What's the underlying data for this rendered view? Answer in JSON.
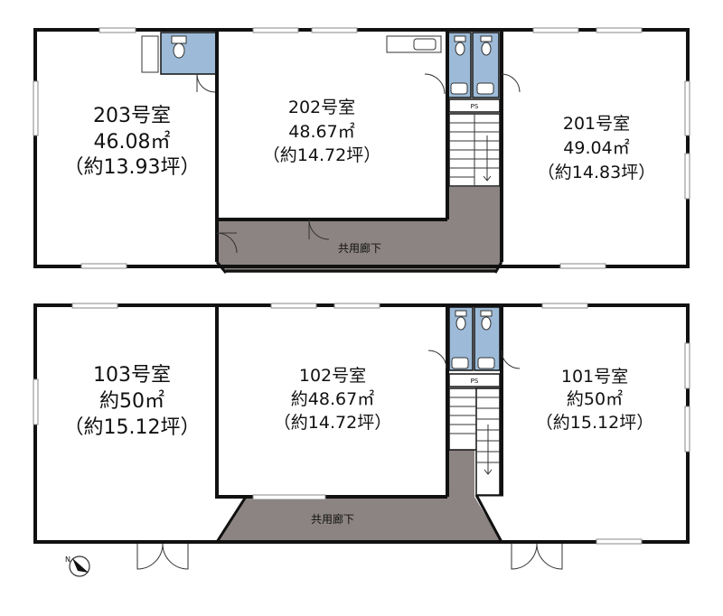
{
  "floor2": {
    "room203": {
      "name": "203号室",
      "area": "46.08㎡",
      "tsubo": "（約13.93坪）"
    },
    "room202": {
      "name": "202号室",
      "area": "48.67㎡",
      "tsubo": "（約14.72坪）"
    },
    "room201": {
      "name": "201号室",
      "area": "49.04㎡",
      "tsubo": "（約14.83坪）"
    },
    "corridor": "共用廊下",
    "ps": "PS"
  },
  "floor1": {
    "room103": {
      "name": "103号室",
      "area": "約50㎡",
      "tsubo": "（約15.12坪）"
    },
    "room102": {
      "name": "102号室",
      "area": "約48.67㎡",
      "tsubo": "（約14.72坪）"
    },
    "room101": {
      "name": "101号室",
      "area": "約50㎡",
      "tsubo": "（約15.12坪）"
    },
    "corridor": "共用廊下",
    "ps": "PS"
  },
  "compass": {
    "label": "N",
    "icon": "north-arrow-icon"
  },
  "colors": {
    "wall": "#111111",
    "corridor": "#8c8482",
    "wet_area": "#9dbbd8",
    "background": "#ffffff"
  }
}
